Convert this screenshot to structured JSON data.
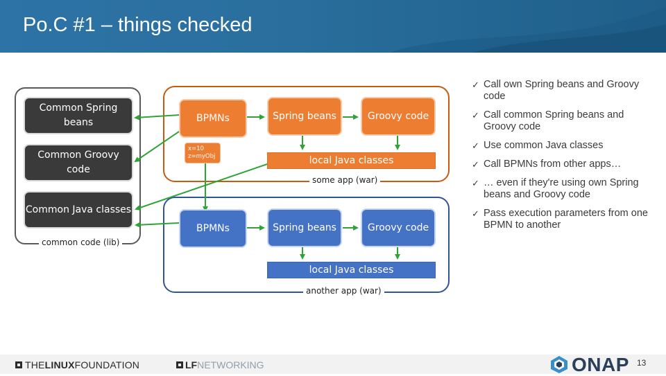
{
  "header": {
    "title": "Po.C #1 – things checked"
  },
  "lib": {
    "caption": "common code (lib)",
    "boxes": [
      "Common Spring beans",
      "Common Groovy code",
      "Common Java classes"
    ]
  },
  "some_app": {
    "caption": "some app (war)",
    "bpmns": "BPMNs",
    "params_line1": "x=10",
    "params_line2": "z=myObj",
    "spring": "Spring beans",
    "groovy": "Groovy code",
    "java": "local Java classes"
  },
  "another_app": {
    "caption": "another app (war)",
    "bpmns": "BPMNs",
    "spring": "Spring beans",
    "groovy": "Groovy code",
    "java": "local Java classes"
  },
  "bullets": [
    "Call own Spring beans and Groovy code",
    "Call common Spring beans and Groovy code",
    "Use common Java classes",
    "Call BPMNs from other apps…",
    "… even if they're using own Spring beans and Groovy code",
    "Pass execution parameters from one BPMN to another"
  ],
  "footer": {
    "lf_logo_part1": "THE",
    "lf_logo_part2": "LINUX",
    "lf_logo_part3": " FOUNDATION",
    "lfn_logo_part1": "LF",
    "lfn_logo_part2": "NETWORKING",
    "onap_logo": "ONAP",
    "page_number": "13"
  },
  "colors": {
    "header": "#2d73a6",
    "orange": "#ed7d31",
    "blue": "#4472c4",
    "dark": "#3a3a3a",
    "arrow_green": "#2ea336",
    "container_orange": "#c55a11",
    "container_blue": "#2f5597"
  }
}
